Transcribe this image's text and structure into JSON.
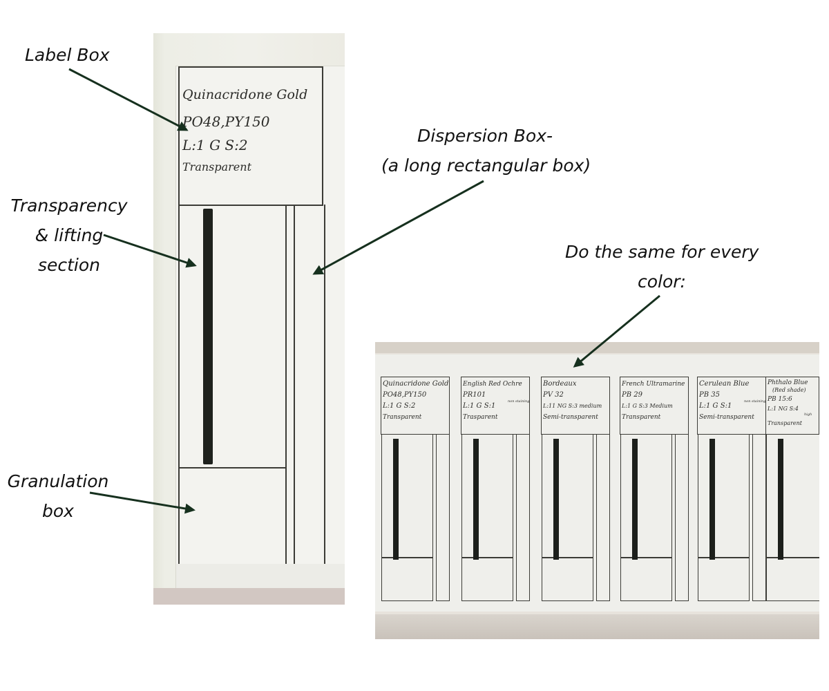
{
  "callouts": {
    "label_box": "Label Box",
    "dispersion_box": [
      "Dispersion Box-",
      "(a long rectangular box)"
    ],
    "transparency": [
      "Transparency",
      "& lifting",
      "section"
    ],
    "same_for_every": [
      "Do the same for every",
      "color:"
    ],
    "granulation": [
      "Granulation",
      "box"
    ]
  },
  "swatch_main": {
    "name": "Quinacridone Gold",
    "pigments": "PO48,PY150",
    "ratings": "L:1  G  S:2",
    "transparency": "Transparent"
  },
  "swatches": [
    {
      "name": "Quinacridone Gold",
      "pigment": "PO48,PY150",
      "ratings": "L:1  G  S:2",
      "transparency": "Transparent"
    },
    {
      "name": "English Red Ochre",
      "pigment": "PR101",
      "ratings": "L:1  G  S:1",
      "ratings_note": "non staining",
      "transparency": "Trasparent"
    },
    {
      "name": "Bordeaux",
      "pigment": "PV 32",
      "ratings": "L:11 NG S:3 medium",
      "transparency": "Semi-transparent"
    },
    {
      "name": "French Ultramarine",
      "pigment": "PB 29",
      "ratings": "L:1  G  S:3 Medium",
      "transparency": "Transparent"
    },
    {
      "name": "Cerulean Blue",
      "pigment": "PB 35",
      "ratings": "L:1  G  S:1",
      "ratings_note": "non staining",
      "transparency": "Semi-transparent"
    },
    {
      "name": "Phthalo Blue",
      "subname": "(Red shade)",
      "pigment": "PB 15:6",
      "ratings": "L:1 NG S:4",
      "ratings_note": "high",
      "transparency": "Transparent"
    }
  ]
}
